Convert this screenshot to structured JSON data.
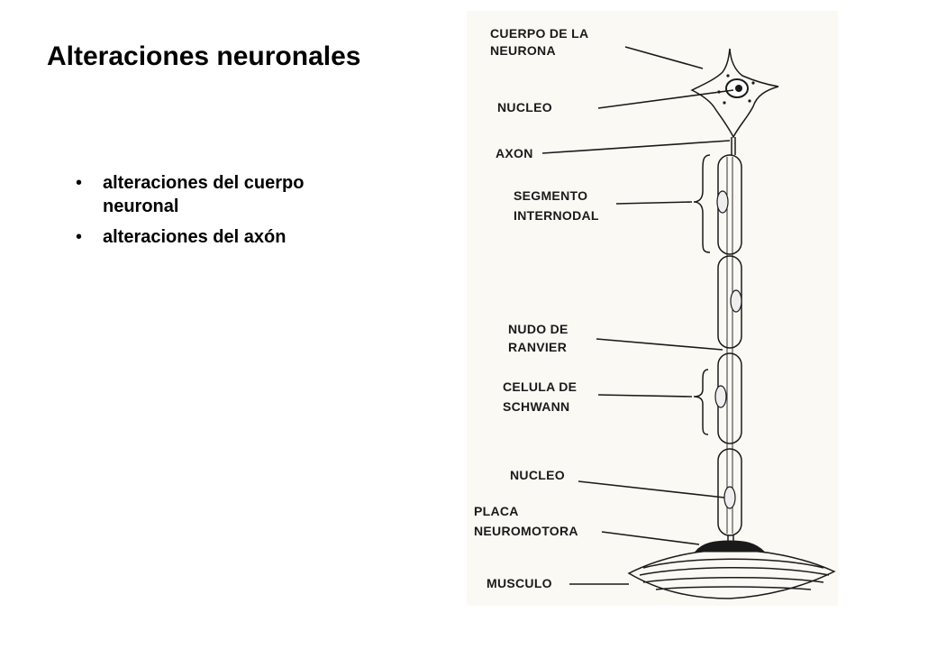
{
  "slide": {
    "title": "Alteraciones neuronales",
    "bullets": [
      "alteraciones del cuerpo neuronal",
      "alteraciones del axón"
    ]
  },
  "diagram": {
    "labels": {
      "cell_body": [
        "CUERPO DE LA",
        "NEURONA"
      ],
      "nucleus_top": "NUCLEO",
      "axon": "AXON",
      "internode": [
        "SEGMENTO",
        "INTERNODAL"
      ],
      "node": [
        "NUDO DE",
        "RANVIER"
      ],
      "schwann": [
        "CELULA DE",
        "SCHWANN"
      ],
      "nucleus_bottom": "NUCLEO",
      "endplate": [
        "PLACA",
        "NEUROMOTORA"
      ],
      "muscle": "MUSCULO"
    }
  }
}
